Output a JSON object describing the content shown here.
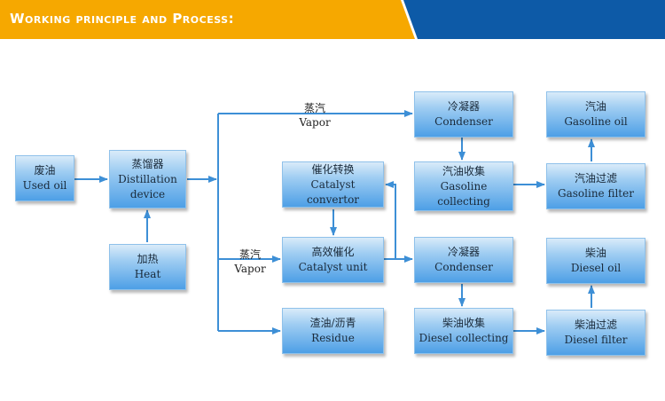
{
  "header": {
    "title": "Working principle and Process:",
    "colors": {
      "orange": "#f6a800",
      "blue": "#0d5aa7"
    }
  },
  "nodes": {
    "used_oil": {
      "zh": "废油",
      "en": "Used oil"
    },
    "distillation": {
      "zh": "蒸馏器",
      "en1": "Distillation",
      "en2": "device"
    },
    "heat": {
      "zh": "加热",
      "en": "Heat"
    },
    "catalyst_convertor": {
      "zh": "催化转换",
      "en1": "Catalyst",
      "en2": "convertor"
    },
    "catalyst_unit": {
      "zh": "高效催化",
      "en": "Catalyst unit"
    },
    "residue": {
      "zh": "渣油/沥青",
      "en": "Residue"
    },
    "condenser_top": {
      "zh": "冷凝器",
      "en": "Condenser"
    },
    "gasoline_collecting": {
      "zh": "汽油收集",
      "en1": "Gasoline",
      "en2": "collecting"
    },
    "condenser_mid": {
      "zh": "冷凝器",
      "en": "Condenser"
    },
    "diesel_collecting": {
      "zh": "柴油收集",
      "en": "Diesel collecting"
    },
    "gasoline_oil": {
      "zh": "汽油",
      "en": "Gasoline oil"
    },
    "gasoline_filter": {
      "zh": "汽油过滤",
      "en": "Gasoline filter"
    },
    "diesel_oil": {
      "zh": "柴油",
      "en": "Diesel oil"
    },
    "diesel_filter": {
      "zh": "柴油过滤",
      "en": "Diesel filter"
    }
  },
  "edge_labels": {
    "vapor_top": {
      "zh": "蒸汽",
      "en": "Vapor"
    },
    "vapor_mid": {
      "zh": "蒸汽",
      "en": "Vapor"
    }
  },
  "colors": {
    "arrow": "#3d8fd6",
    "node_top": "#d9ebf9",
    "node_bottom": "#4d9fe6"
  }
}
